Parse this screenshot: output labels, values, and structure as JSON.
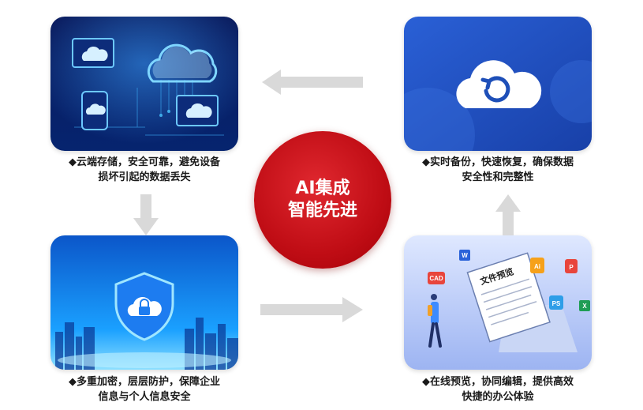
{
  "center": {
    "line1": "AI集成",
    "line2": "智能先进"
  },
  "cards": {
    "cloud": {
      "caption_line1": "◆云端存储，安全可靠，避免设备",
      "caption_line2": "损坏引起的数据丢失"
    },
    "backup": {
      "caption_line1": "◆实时备份，快速恢复，确保数据",
      "caption_line2": "安全性和完整性"
    },
    "secure": {
      "caption_line1": "◆多重加密，层层防护，保障企业",
      "caption_line2": "信息与个人信息安全"
    },
    "docs": {
      "caption_line1": "◆在线预览，协同编辑，提供高效",
      "caption_line2": "快捷的办公体验",
      "doc_title": "文件预览"
    }
  },
  "file_badges": [
    "CAD",
    "W",
    "Ai",
    "P",
    "PS",
    "X"
  ],
  "colors": {
    "accent_red": "#c00d15",
    "arrow_gray": "#d9d9d9",
    "card_blue": "#1e4fb8"
  }
}
